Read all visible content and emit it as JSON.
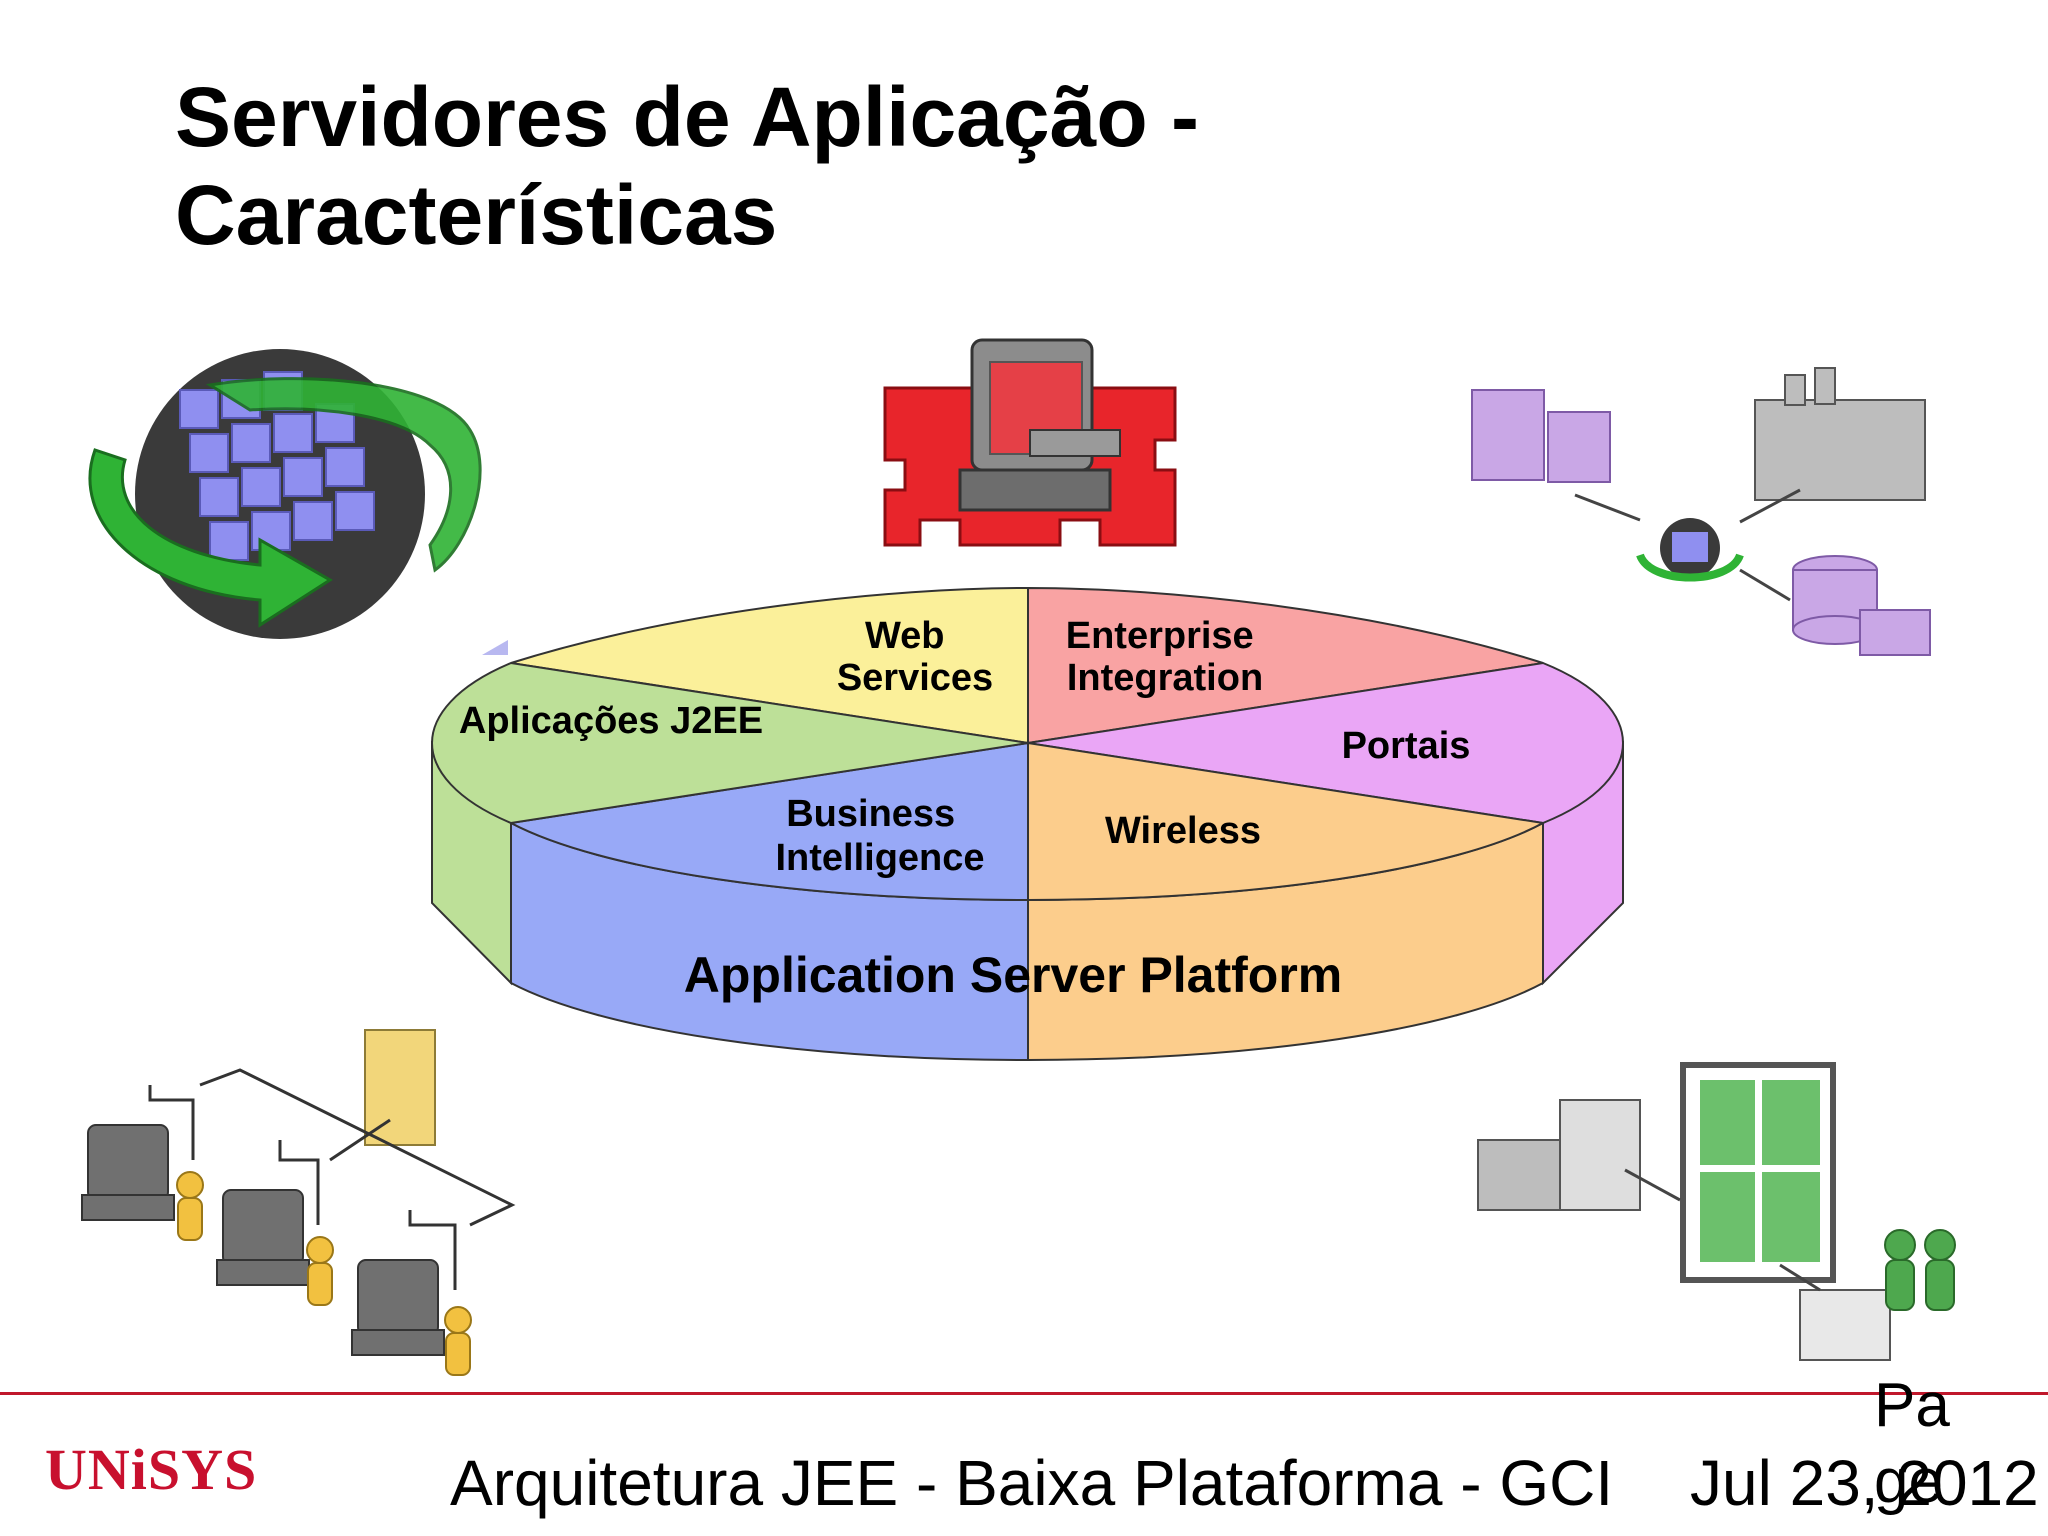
{
  "slide": {
    "title_line1": "Servidores de Aplicação -",
    "title_line2": "Características"
  },
  "diagram": {
    "base_label": "Application Server Platform",
    "segments": [
      {
        "label_lines": [
          "Web",
          "Services"
        ],
        "color": "#fbf09a"
      },
      {
        "label_lines": [
          "Enterprise",
          "Integration"
        ],
        "color": "#f9a3a3"
      },
      {
        "label_lines": [
          "Portais"
        ],
        "color": "#eaa6f6"
      },
      {
        "label_lines": [
          "Wireless"
        ],
        "color": "#fccd8c"
      },
      {
        "label_lines": [
          "Business",
          "Intelligence"
        ],
        "color": "#98a9f7"
      },
      {
        "label_lines": [
          "Aplicações J2EE"
        ],
        "color": "#bde098"
      }
    ]
  },
  "footer": {
    "logo": "UNiSYS",
    "text": "Arquitetura JEE -  Baixa Plataforma - GCI",
    "date": "Jul 23, 2012",
    "page_label": "Pa ge"
  },
  "colors": {
    "accent_line": "#c0172b",
    "logo": "#c8102e"
  },
  "icons": [
    "globe-cube-icon",
    "computer-puzzle-icon",
    "enterprise-network-icon",
    "networked-computers-icon",
    "dashboard-monitor-icon"
  ]
}
